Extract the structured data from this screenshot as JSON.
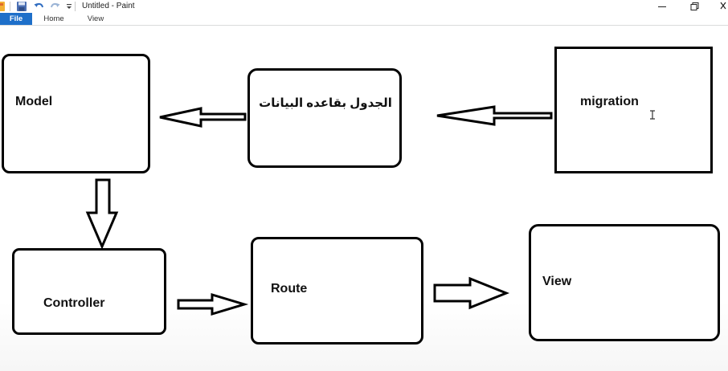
{
  "window": {
    "title": "Untitled - Paint"
  },
  "quick_access": {
    "icons": [
      "paint-app-icon",
      "save-icon",
      "undo-icon",
      "redo-icon",
      "customize-dropdown-icon"
    ]
  },
  "ribbon": {
    "tabs": [
      {
        "label": "File",
        "active": true
      },
      {
        "label": "Home",
        "active": false
      },
      {
        "label": "View",
        "active": false
      }
    ],
    "accent": "#1e6fc9"
  },
  "diagram": {
    "nodes": {
      "model": "Model",
      "table": "الجدول بقاعده البيانات",
      "migration": "migration",
      "controller": "Controller",
      "route": "Route",
      "view": "View"
    },
    "edges": [
      {
        "from": "migration",
        "to": "table"
      },
      {
        "from": "table",
        "to": "model"
      },
      {
        "from": "model",
        "to": "controller"
      },
      {
        "from": "controller",
        "to": "route"
      },
      {
        "from": "route",
        "to": "view"
      }
    ]
  }
}
